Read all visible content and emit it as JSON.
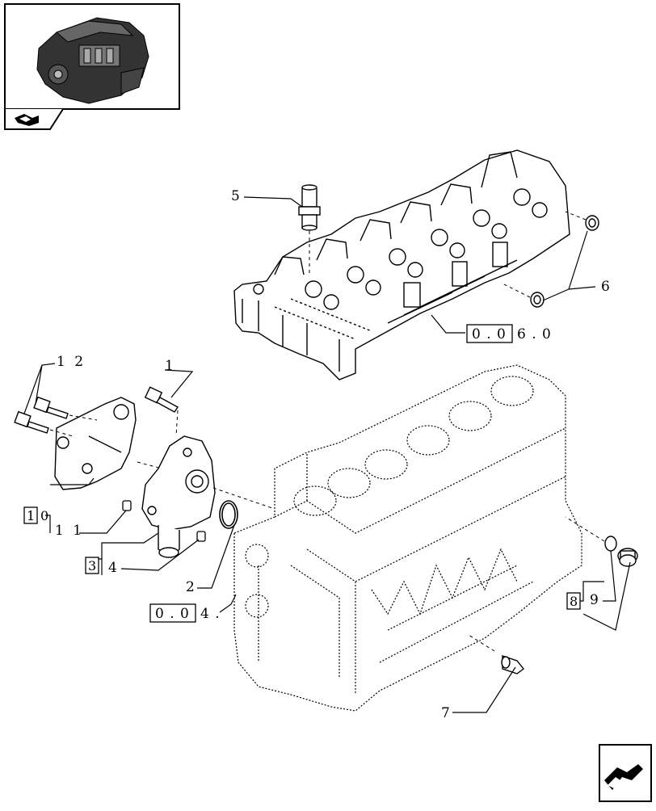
{
  "callouts": {
    "c1": "1",
    "c2": "2",
    "c4": "4",
    "c5": "5",
    "c6": "6",
    "c7": "7",
    "c9": "9",
    "c11": "1 1",
    "c12": "1 2"
  },
  "boxed": {
    "b1": "1",
    "b3": "3",
    "b8": "8"
  },
  "references": {
    "ref_head": {
      "boxed": "0 . 0",
      "suffix": "6 . 0"
    },
    "ref_block": {
      "boxed": "0 . 0",
      "suffix": "4 ."
    }
  },
  "icons": {
    "thumbnail": "engine-thumbnail-icon",
    "tab_arrow": "section-arrow-icon",
    "next_page": "next-page-arrow-icon"
  }
}
